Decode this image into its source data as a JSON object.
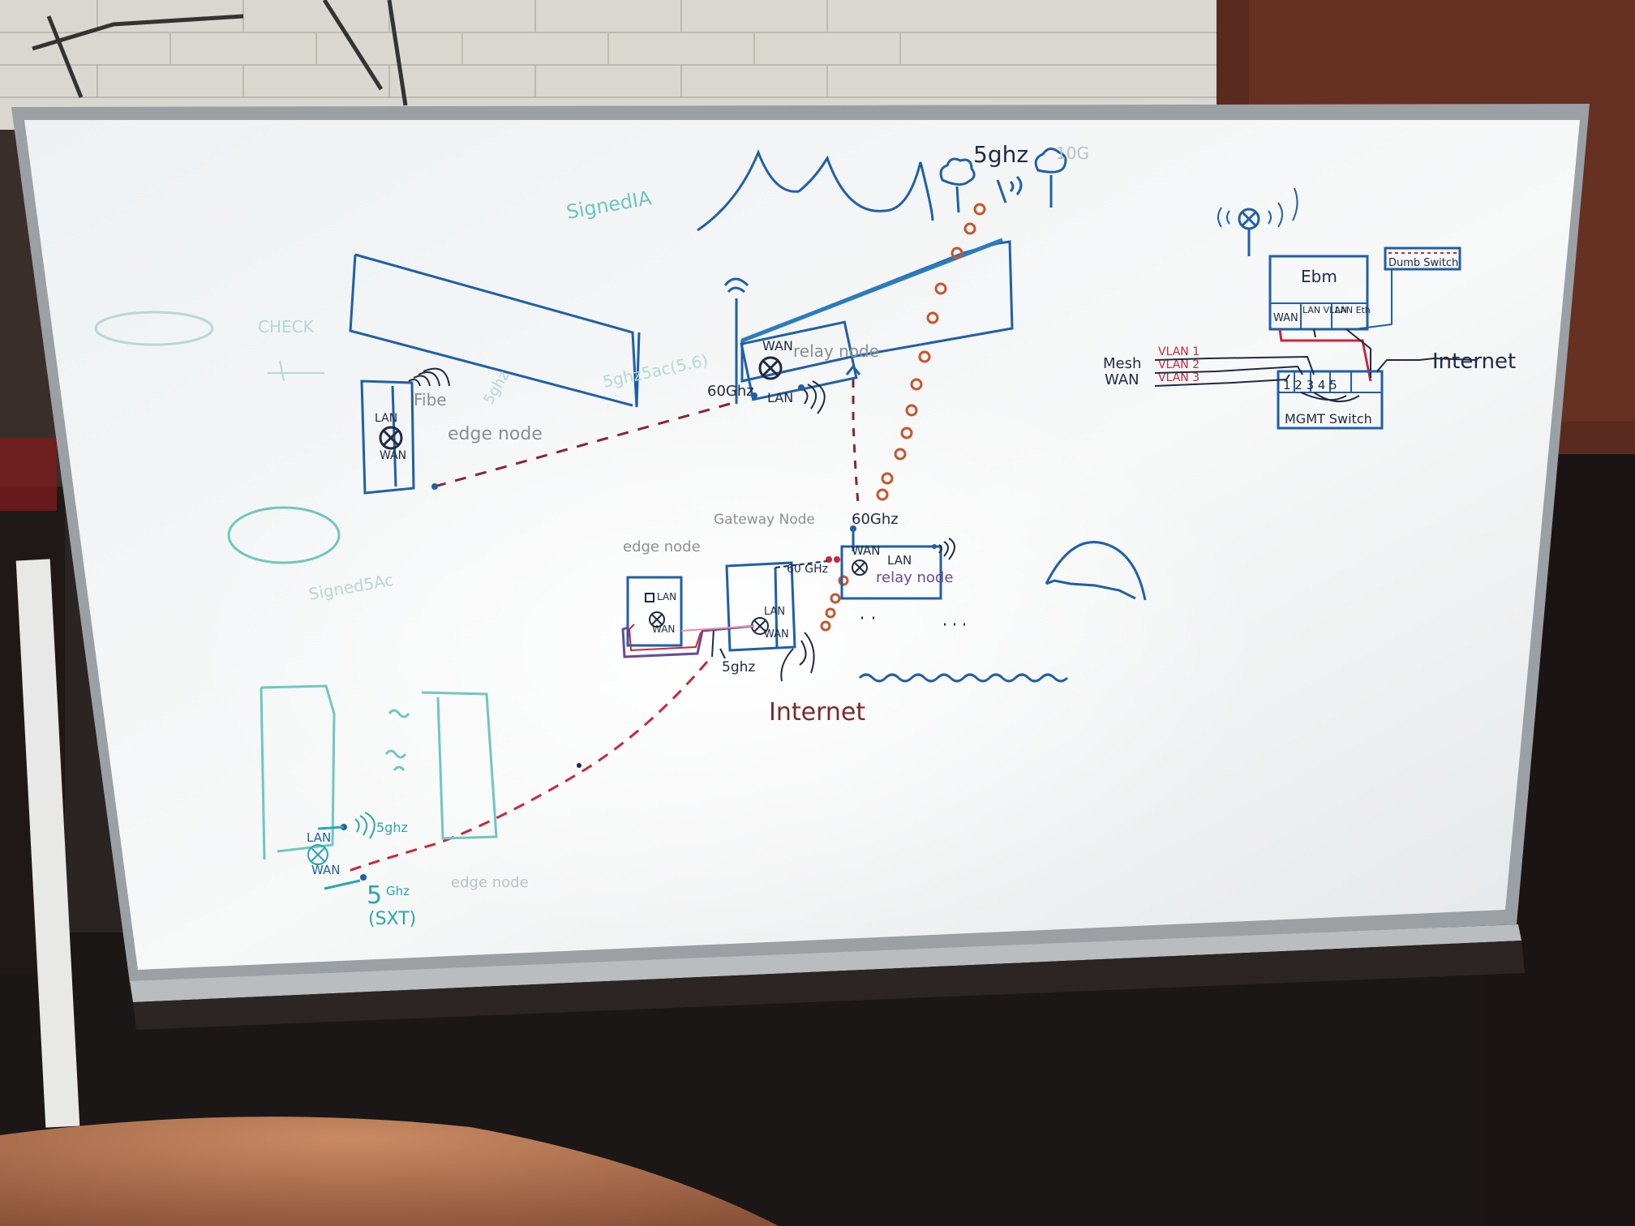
{
  "colors": {
    "blue": "#1f5fa8",
    "teal": "#2aa6b0",
    "faded_teal": "#6fc7bd",
    "red": "#c8283a",
    "maroon": "#8a2433",
    "orange": "#c8552b",
    "purple": "#6a4a9a",
    "gray_text": "#8a8f96"
  },
  "labels": {
    "sky_5ghz": "5ghz",
    "top_right_faint": "10G",
    "signed_top": "SignedIA",
    "check": "CHECK",
    "faint_mid": "5ghz5ac(5.6)",
    "faint_small": "5ghz",
    "signed_left": "Signed5Ac",
    "relay1_lan": "LAN",
    "relay1_wan": "WAN",
    "relay1_name": "relay node",
    "relay1_60ghz": "60Ghz",
    "edge1_lan": "LAN",
    "edge1_wan": "WAN",
    "edge1_name": "edge node",
    "edge1_fiber": "Fibe",
    "relay2_60ghz": "60Ghz",
    "relay2_wan": "WAN",
    "relay2_lan": "LAN",
    "relay2_name": "relay node",
    "gw_title": "Gateway Node",
    "gw_lan": "LAN",
    "gw_wan": "WAN",
    "gw_60ghz": "60 GHz",
    "gw_5ghz": "5ghz",
    "edge2_title": "edge node",
    "edge2_lan": "LAN",
    "edge2_wan": "WAN",
    "internet_center": "Internet",
    "bottom_lan": "LAN",
    "bottom_wan": "WAN",
    "bottom_5ghz_small": "5ghz",
    "bottom_5ghz_big": "5",
    "bottom_5ghz_big_sub": "Ghz",
    "bottom_sxt": "(SXT)",
    "bottom_edge_node": "edge node",
    "ebm_title": "Ebm",
    "ebm_wan": "WAN",
    "ebm_lan_vlan": "LAN VLAN",
    "ebm_lan_eth": "LAN Eth",
    "dumb_switch": "Dumb Switch",
    "vlan1": "VLAN 1",
    "vlan2": "VLAN 2",
    "vlan3": "VLAN 3",
    "mesh": "Mesh",
    "wan": "WAN",
    "switch_ports": "1 2 3 4 5",
    "mgmt_switch": "MGMT Switch",
    "internet_right": "Internet"
  }
}
